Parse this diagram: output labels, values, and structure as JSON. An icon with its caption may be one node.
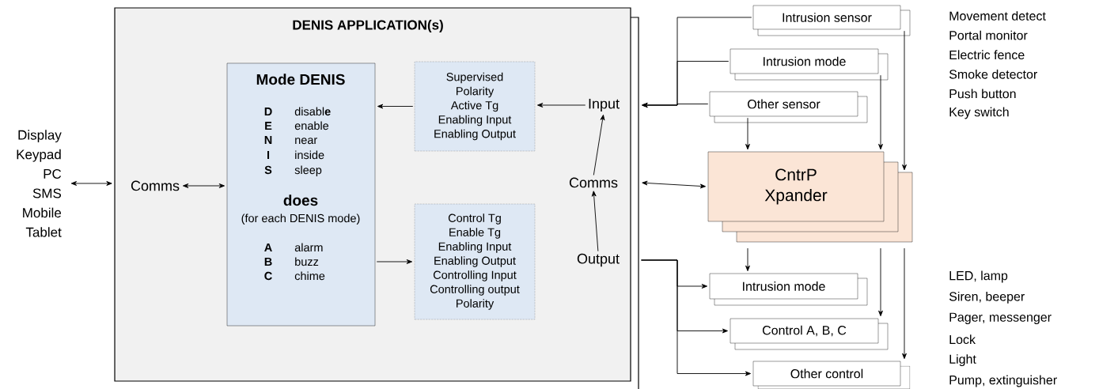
{
  "diagram": {
    "nodes": [
      {
        "text": [
          "DENIS APPLICATION(s)"
        ]
      },
      {
        "text": [
          "Mode DENIS",
          "D",
          "disabl**e**",
          "E",
          "enable",
          "N",
          "near",
          "I",
          "inside",
          "S",
          "sleep",
          "does",
          "(for each DENIS mode)",
          "A",
          "alarm",
          "B",
          "buzz",
          "C",
          "chime"
        ],
        "in": 0
      },
      {
        "text": [
          "Supervised",
          "Polarity",
          "Active Tg",
          "Enabling Input",
          "Enabling Output"
        ],
        "in": 0
      },
      {
        "text": [
          "Control Tg",
          "Enable Tg",
          "Enabling Input",
          "Enabling Output",
          "Controlling Input",
          "Controlling output",
          "Polarity"
        ],
        "in": 0
      },
      {
        "text": [
          "Comms"
        ],
        "in": 0
      },
      {
        "text": [
          "Input"
        ],
        "in": 0
      },
      {
        "text": [
          "Comms"
        ],
        "in": 0
      },
      {
        "text": [
          "Output"
        ],
        "in": 0
      },
      {
        "text": [
          "Display",
          "Keypad",
          "PC",
          "SMS",
          "Mobile",
          "Tablet"
        ]
      },
      {
        "text": [
          "Intrusion sensor"
        ]
      },
      {
        "text": [
          "Intrusion mode"
        ]
      },
      {
        "text": [
          "Other sensor"
        ]
      },
      {
        "text": [
          "CntrP Xpander"
        ]
      },
      {
        "text": [
          "Intrusion mode"
        ]
      },
      {
        "text": [
          "Control A, B, C"
        ]
      },
      {
        "text": [
          "Other control"
        ]
      }
    ],
    "edges": [
      {
        "from": 8,
        "to": 0,
        "arrow": "both"
      },
      {
        "from": 4,
        "to": 1,
        "arrow": "both"
      },
      {
        "from": 2,
        "to": 1,
        "arrow": "to"
      },
      {
        "from": 5,
        "to": 2,
        "arrow": "to"
      },
      {
        "from": 1,
        "to": 3,
        "arrow": "to"
      },
      {
        "from": 7,
        "to": 6,
        "arrow": "to"
      },
      {
        "from": 6,
        "to": 5,
        "arrow": "to"
      },
      {
        "from": 9,
        "to": 0,
        "arrow": "to"
      },
      {
        "from": 10,
        "to": 0,
        "arrow": "to"
      },
      {
        "from": 11,
        "to": 0,
        "arrow": "to"
      },
      {
        "from": 11,
        "to": 12,
        "arrow": "to"
      },
      {
        "from": 10,
        "to": 12,
        "arrow": "to"
      },
      {
        "from": 9,
        "to": 12,
        "arrow": "to"
      },
      {
        "from": 0,
        "to": 12,
        "arrow": "both"
      },
      {
        "from": 12,
        "to": 13,
        "arrow": "to"
      },
      {
        "from": 12,
        "to": 14,
        "arrow": "to"
      },
      {
        "from": 12,
        "to": 15,
        "arrow": "to"
      },
      {
        "from": 0,
        "to": 13,
        "arrow": "to"
      },
      {
        "from": 0,
        "to": 14,
        "arrow": "to"
      },
      {
        "from": 0,
        "to": 15,
        "arrow": "to"
      }
    ],
    "labels": [
      "Movement detect",
      "Portal monitor",
      "Electric fence",
      "Smoke detector",
      "Push button",
      "Key switch",
      "LED, lamp",
      "Siren, beeper",
      "Pager, messenger",
      "Lock",
      "Light",
      "Pump, extinguisher"
    ]
  }
}
